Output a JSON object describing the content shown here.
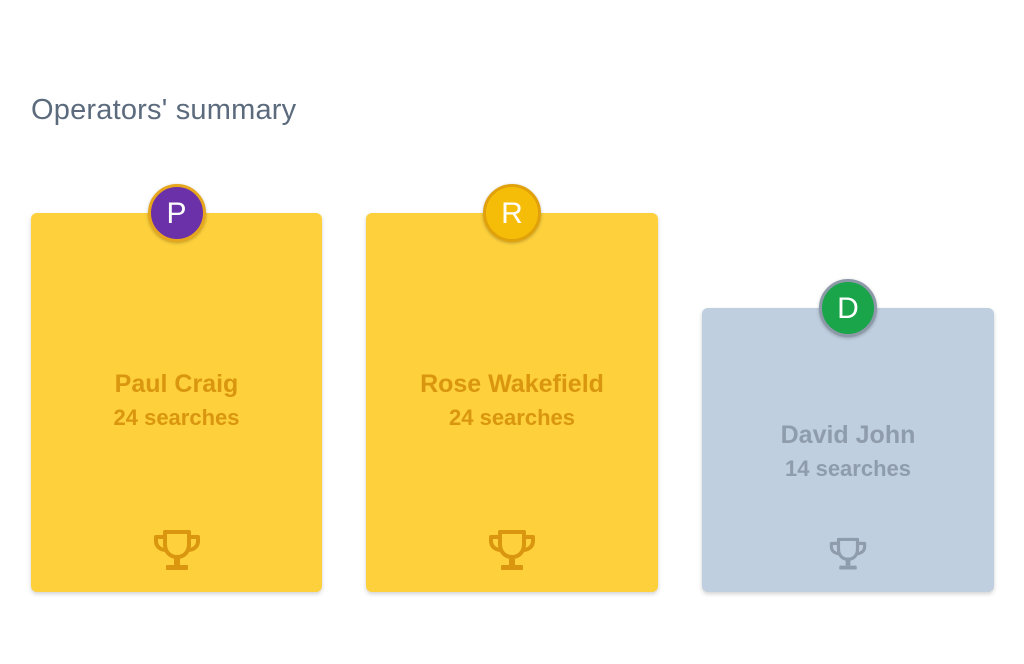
{
  "header": {
    "title": "Operators' summary"
  },
  "operators": [
    {
      "initial": "P",
      "name": "Paul Craig",
      "searches": "24 searches",
      "rank_style": "gold",
      "avatar_color": "#6b31a8",
      "icon": "trophy-icon"
    },
    {
      "initial": "R",
      "name": "Rose Wakefield",
      "searches": "24 searches",
      "rank_style": "gold",
      "avatar_color": "#f6bd08",
      "icon": "trophy-icon"
    },
    {
      "initial": "D",
      "name": "David John",
      "searches": "14 searches",
      "rank_style": "silver",
      "avatar_color": "#1aa54b",
      "icon": "trophy-icon"
    }
  ],
  "colors": {
    "gold_card": "#fdd03c",
    "gold_text": "#d9960e",
    "silver_card": "#bfcfdf",
    "silver_text": "#8f9cac",
    "title_text": "#5b6b7d"
  }
}
